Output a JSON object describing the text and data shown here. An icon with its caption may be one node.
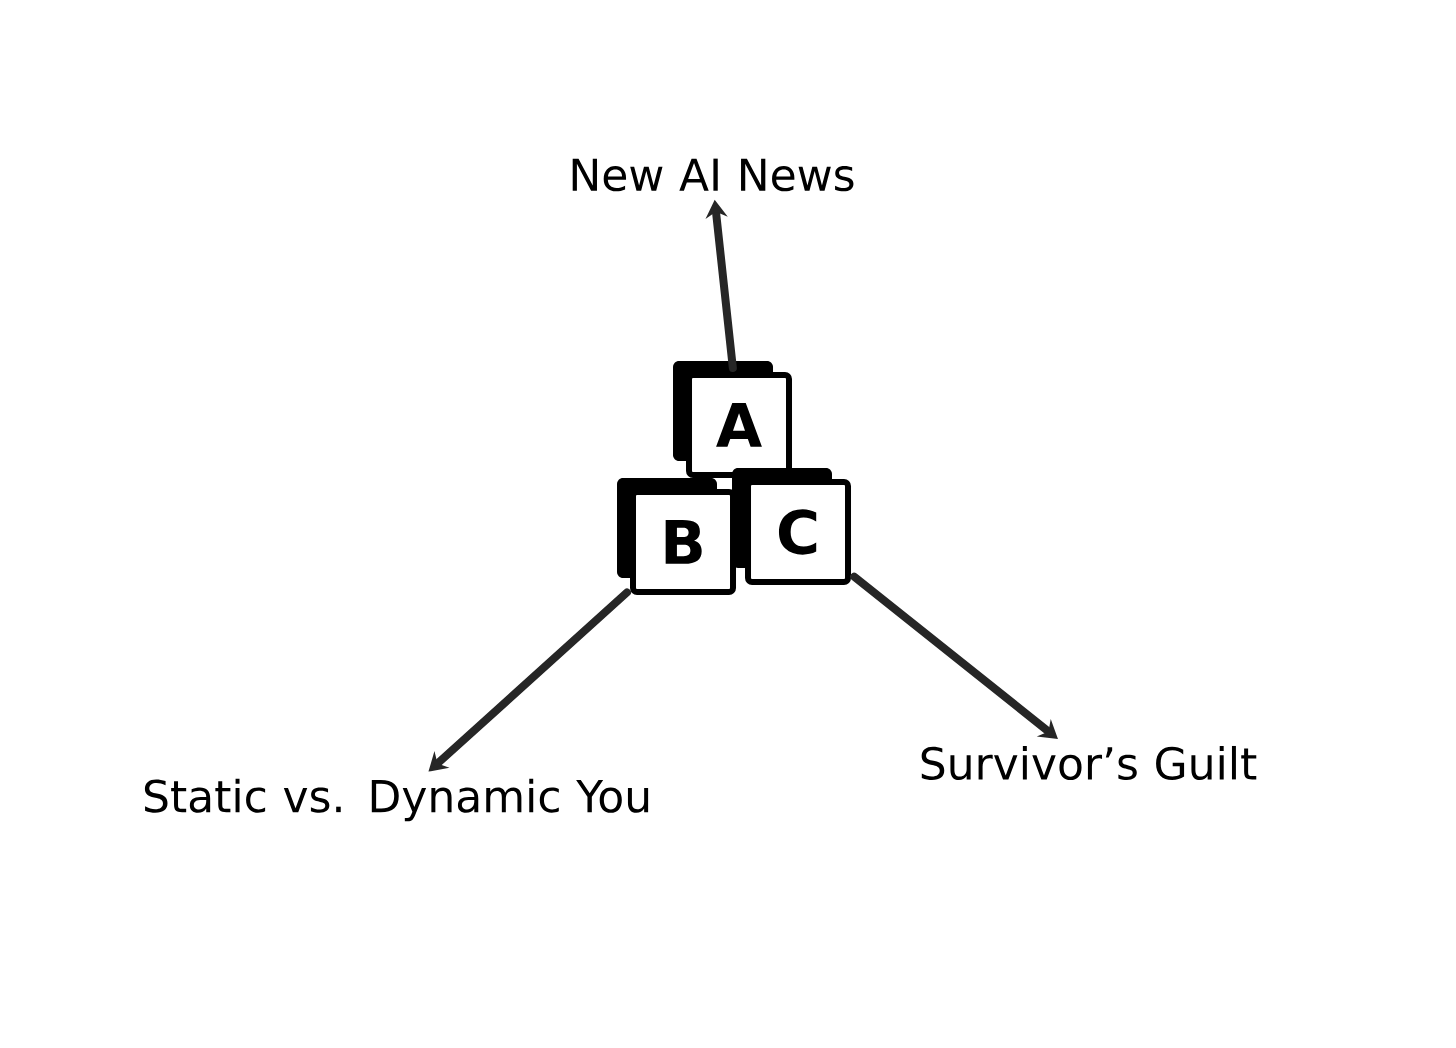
{
  "diagram": {
    "nodes": [
      {
        "text": [
          "New AI News"
        ]
      },
      {
        "text": [
          "A"
        ]
      },
      {
        "text": [
          "B"
        ]
      },
      {
        "text": [
          "C"
        ]
      },
      {
        "text": [
          "Static vs. Dynamic You"
        ]
      },
      {
        "text": [
          "Survivor’s Guilt"
        ]
      }
    ],
    "edges": [
      {
        "from": 1,
        "to": 0,
        "arrow": "to"
      },
      {
        "from": 2,
        "to": 4,
        "arrow": "to"
      },
      {
        "from": 3,
        "to": 5,
        "arrow": "to"
      }
    ]
  }
}
